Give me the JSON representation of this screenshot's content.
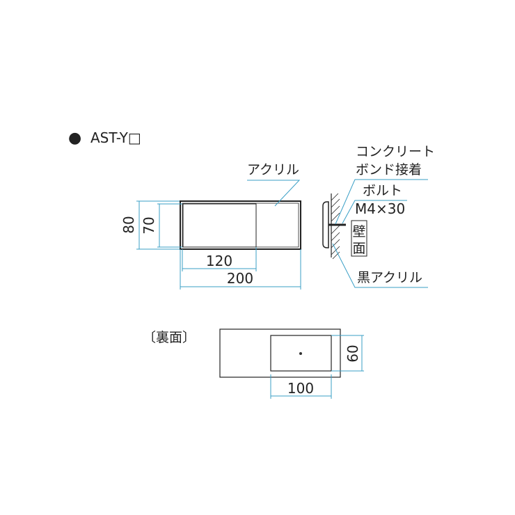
{
  "title": {
    "bullet": "●",
    "model": "AST-Y□"
  },
  "front": {
    "material_label": "アクリル",
    "dim_height_outer": "80",
    "dim_height_inner": "70",
    "dim_width_inner": "120",
    "dim_width_outer": "200"
  },
  "side": {
    "adhesive_line1": "コンクリート",
    "adhesive_line2": "ボンド接着",
    "bolt_line1": "ボルト",
    "bolt_line2": "M4×30",
    "wall_char1": "壁",
    "wall_char2": "面",
    "base_label": "黒アクリル"
  },
  "back": {
    "label": "〔裏面〕",
    "dim_height": "60",
    "dim_width": "100"
  },
  "colors": {
    "dimension": "#3a9fc6",
    "line": "#222222"
  }
}
